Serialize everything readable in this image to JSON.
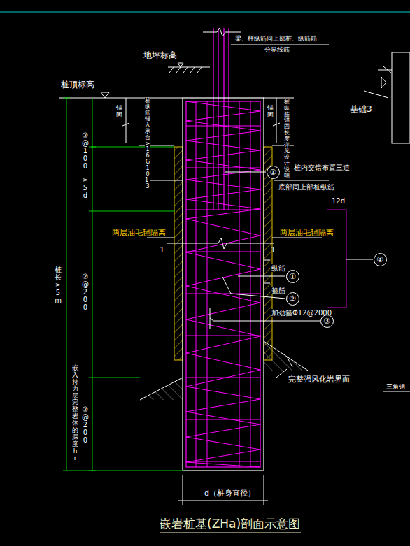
{
  "diagram": {
    "title": "嵌岩桩基(ZHa)剖面示意图",
    "nodes": [
      {
        "text": [
          "①"
        ]
      },
      {
        "text": [
          "①"
        ]
      },
      {
        "text": [
          "②"
        ]
      },
      {
        "text": [
          "③"
        ]
      },
      {
        "text": [
          "④"
        ]
      }
    ],
    "labels": [
      "梁、柱纵筋同上部桩、纵筋筋",
      "分界线筋",
      "地坪标高",
      "桩顶标高",
      "锚固",
      "桩纵筋锚入承台≥16G101-3",
      "②@100",
      "≥5d",
      "②@200",
      "嵌入持力层完整岩体的深度hr",
      "②@200",
      "桩长≥5m",
      "桩内交错布置三道",
      "底部同上部桩纵筋",
      "12d",
      "两层油毛毡隔离",
      "两层油毛毡隔离",
      "1",
      "1",
      "纵筋",
      "箍筋",
      "加劲箍Φ12@2000",
      "完整强风化岩界面",
      "d（桩身直径）",
      "基础3",
      "三角钢",
      "锚固",
      "桩纵筋锚固长度详见设计说明"
    ]
  }
}
